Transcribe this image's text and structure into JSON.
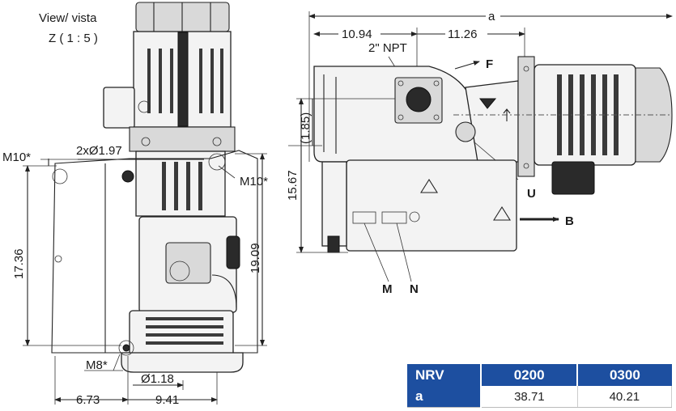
{
  "view_label": {
    "line1": "View/ vista",
    "line2": "Z ( 1 : 5 )"
  },
  "dimensions": {
    "m10_left": "M10*",
    "holes": "2xØ1.97",
    "m10_right": "M10*",
    "height_17_36": "17.36",
    "height_19_09": "19.09",
    "m8": "M8*",
    "dia_1_18": "Ø1.18",
    "width_6_73": "6.73",
    "width_9_41": "9.41",
    "a": "a",
    "len_10_94": "10.94",
    "len_11_26": "11.26",
    "npt": "2\" NPT",
    "h_15_67": "15.67",
    "h_1_85": "(1.85)"
  },
  "callouts": {
    "F": "F",
    "U": "U",
    "B": "B",
    "M": "M",
    "N": "N"
  },
  "table": {
    "headers": [
      "NRV",
      "0200",
      "0300"
    ],
    "rows": [
      {
        "label": "a",
        "values": [
          "38.71",
          "40.21"
        ]
      }
    ]
  },
  "colors": {
    "table_header": "#1d4fa0",
    "line": "#222222",
    "body": "#f3f3f3"
  }
}
